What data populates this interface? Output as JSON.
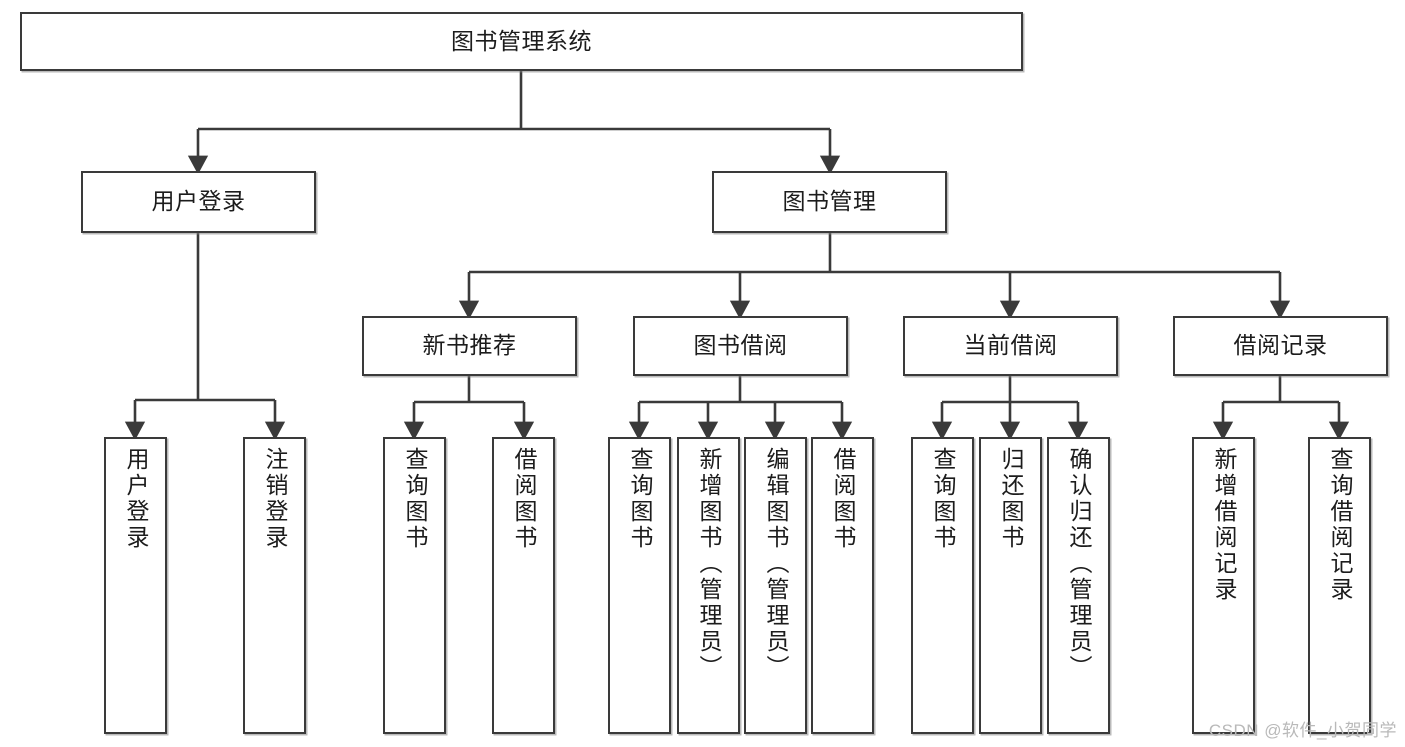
{
  "diagram": {
    "title": "图书管理系统",
    "root": {
      "label": "图书管理系统"
    },
    "level1": [
      {
        "label": "用户登录"
      },
      {
        "label": "图书管理"
      }
    ],
    "level2": [
      {
        "label": "新书推荐"
      },
      {
        "label": "图书借阅"
      },
      {
        "label": "当前借阅"
      },
      {
        "label": "借阅记录"
      }
    ],
    "leaves": {
      "user_login": [
        {
          "label": "用户登录"
        },
        {
          "label": "注销登录"
        }
      ],
      "new_book_recommend": [
        {
          "label": "查询图书"
        },
        {
          "label": "借阅图书"
        }
      ],
      "book_borrow": [
        {
          "label": "查询图书"
        },
        {
          "label": "新增图书（管理员）"
        },
        {
          "label": "编辑图书（管理员）"
        },
        {
          "label": "借阅图书"
        }
      ],
      "current_borrow": [
        {
          "label": "查询图书"
        },
        {
          "label": "归还图书"
        },
        {
          "label": "确认归还（管理员）"
        }
      ],
      "borrow_record": [
        {
          "label": "新增借阅记录"
        },
        {
          "label": "查询借阅记录"
        }
      ]
    }
  },
  "watermark": {
    "text": "CSDN @软件_小贺同学"
  },
  "colors": {
    "border": "#3a3a3a",
    "background": "#ffffff",
    "text": "#1c1c1c",
    "watermark": "#b9b9b9"
  }
}
